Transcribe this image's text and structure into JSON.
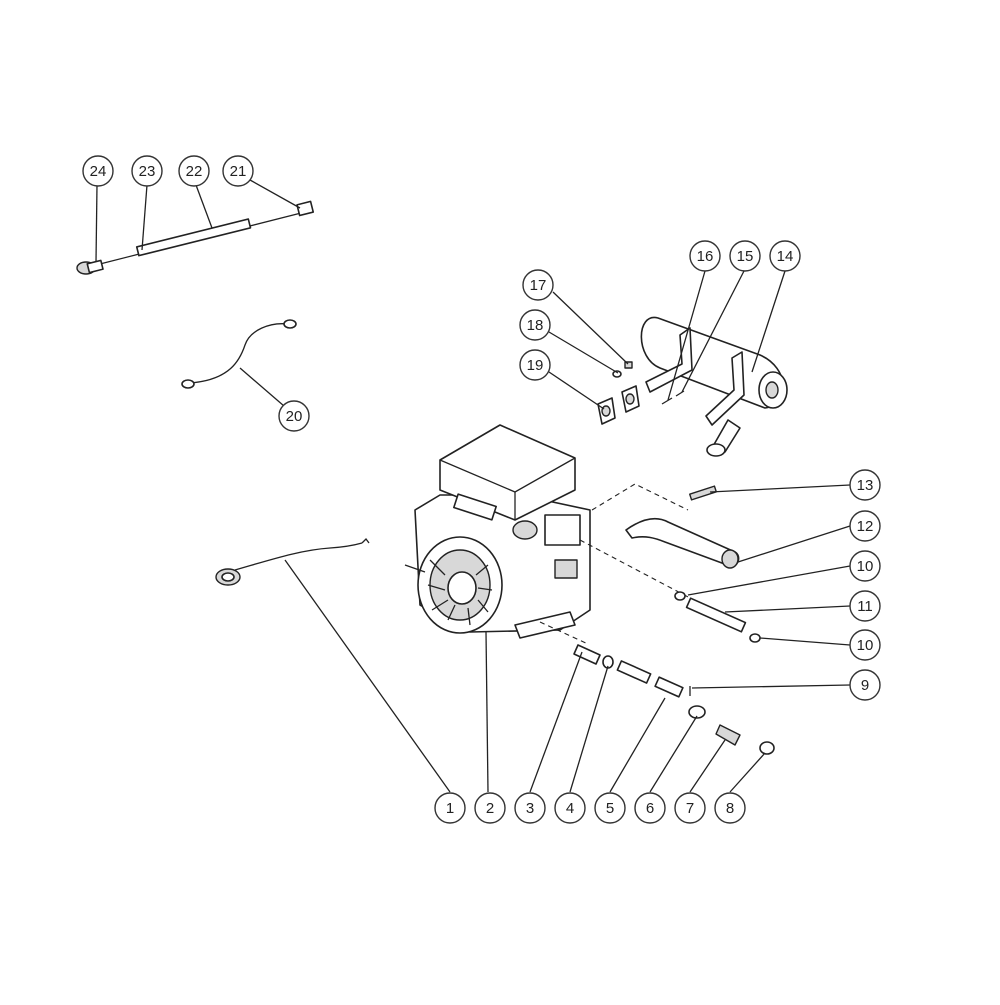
{
  "callouts": [
    {
      "label": "1"
    },
    {
      "label": "2"
    },
    {
      "label": "3"
    },
    {
      "label": "4"
    },
    {
      "label": "5"
    },
    {
      "label": "6"
    },
    {
      "label": "7"
    },
    {
      "label": "8"
    },
    {
      "label": "9"
    },
    {
      "label": "10"
    },
    {
      "label": "11"
    },
    {
      "label": "10"
    },
    {
      "label": "12"
    },
    {
      "label": "13"
    },
    {
      "label": "14"
    },
    {
      "label": "15"
    },
    {
      "label": "16"
    },
    {
      "label": "17"
    },
    {
      "label": "18"
    },
    {
      "label": "19"
    },
    {
      "label": "20"
    },
    {
      "label": "21"
    },
    {
      "label": "22"
    },
    {
      "label": "23"
    },
    {
      "label": "24"
    }
  ]
}
